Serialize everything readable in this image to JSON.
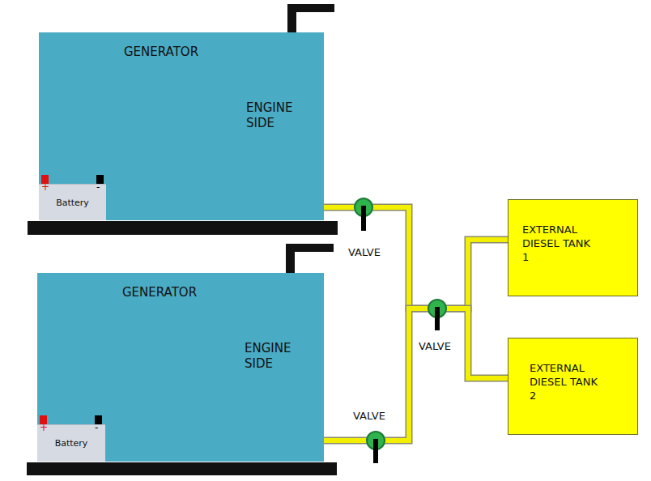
{
  "diagram": {
    "nodes": [
      {
        "text": [
          "GENERATOR",
          "ENGINE SIDE"
        ]
      },
      {
        "text": [
          "Battery",
          "+",
          "-"
        ],
        "in": 0
      },
      {
        "text": [
          "EXTERNAL DIESEL TANK 1"
        ]
      },
      {
        "text": [
          "VALVE"
        ]
      },
      {
        "text": [
          "GENERATOR",
          "ENGINE SIDE"
        ]
      },
      {
        "text": [
          "Battery",
          "+",
          "-"
        ],
        "in": 4
      },
      {
        "text": [
          "VALVE"
        ]
      },
      {
        "text": [
          "EXTERNAL DIESEL TANK 2"
        ]
      },
      {
        "text": [
          "VALVE"
        ]
      }
    ],
    "edges": [
      {
        "from": 0,
        "to": 3,
        "arrow": "none"
      },
      {
        "from": 3,
        "to": 6,
        "arrow": "none"
      },
      {
        "from": 4,
        "to": 8,
        "arrow": "none"
      },
      {
        "from": 8,
        "to": 6,
        "arrow": "none"
      },
      {
        "from": 6,
        "to": 2,
        "arrow": "none"
      },
      {
        "from": 6,
        "to": 7,
        "arrow": "none"
      }
    ]
  }
}
